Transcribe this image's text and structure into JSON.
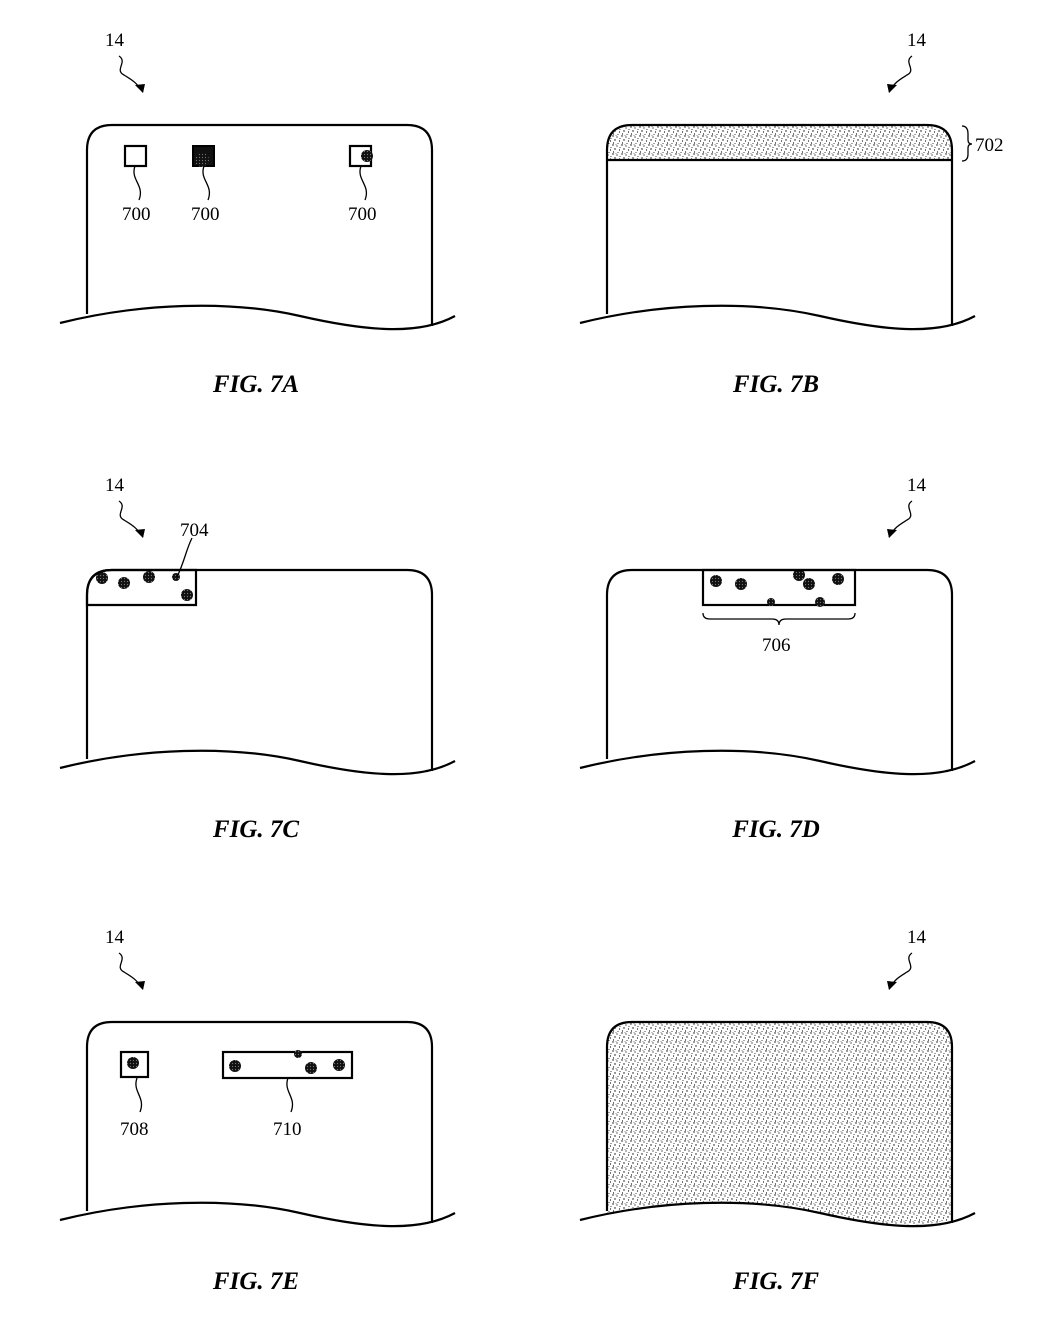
{
  "figures": [
    {
      "caption": "FIG. 7A",
      "device_ref": "14",
      "labels": [
        "700",
        "700",
        "700"
      ]
    },
    {
      "caption": "FIG. 7B",
      "device_ref": "14",
      "labels": [
        "702"
      ]
    },
    {
      "caption": "FIG. 7C",
      "device_ref": "14",
      "labels": [
        "704"
      ]
    },
    {
      "caption": "FIG. 7D",
      "device_ref": "14",
      "labels": [
        "706"
      ]
    },
    {
      "caption": "FIG. 7E",
      "device_ref": "14",
      "labels": [
        "708",
        "710"
      ]
    },
    {
      "caption": "FIG. 7F",
      "device_ref": "14",
      "labels": []
    }
  ]
}
